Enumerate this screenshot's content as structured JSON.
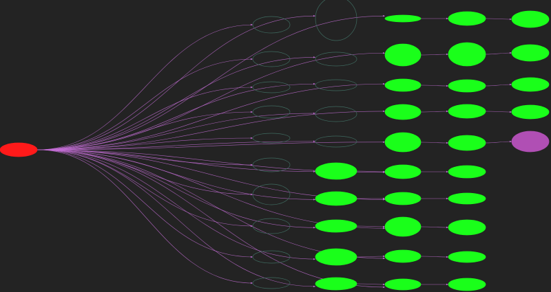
{
  "graph": {
    "colors": {
      "background": "#232323",
      "edge": "#c46fd6",
      "root_fill": "#ff1a1a",
      "bright_fill": "#1aff1a",
      "bright_text": "#2a2a2a",
      "magenta_fill": "#b04fb4",
      "outline_stroke": "#3f6b60",
      "outline_text": "#b8b8b8"
    },
    "root": {
      "id": "root",
      "label": [
        "",
        "",
        ""
      ]
    },
    "columns": [
      {
        "kind": "outline",
        "nodes": [
          {
            "id": "c1n1",
            "label": [
              "",
              "",
              "",
              ""
            ]
          },
          {
            "id": "c1n2",
            "label": [
              "",
              "",
              "",
              ""
            ]
          },
          {
            "id": "c1n3",
            "label": [
              "",
              "",
              ""
            ]
          },
          {
            "id": "c1n4",
            "label": [
              "",
              "",
              ""
            ]
          },
          {
            "id": "c1n5",
            "label": [
              "",
              ""
            ]
          },
          {
            "id": "c1n6",
            "label": [
              "",
              "",
              "",
              ""
            ]
          },
          {
            "id": "c1n7",
            "label": [
              "",
              "",
              "",
              "",
              ""
            ]
          },
          {
            "id": "c1n8",
            "label": [
              "",
              "",
              "",
              ""
            ]
          },
          {
            "id": "c1n9",
            "label": [
              "",
              "",
              ""
            ]
          },
          {
            "id": "c1n10",
            "label": [
              "",
              "",
              ""
            ]
          }
        ]
      },
      {
        "kind": "mixed",
        "nodes": [
          {
            "id": "c2n1",
            "style": "outline",
            "label": [
              "",
              "",
              "",
              "",
              "",
              "",
              "",
              "",
              ""
            ]
          },
          {
            "id": "c2n2",
            "style": "outline",
            "label": [
              "",
              "",
              "",
              ""
            ]
          },
          {
            "id": "c2n3",
            "style": "outline",
            "label": [
              "",
              "",
              ""
            ]
          },
          {
            "id": "c2n4",
            "style": "outline",
            "label": [
              "",
              "",
              ""
            ]
          },
          {
            "id": "c2n5",
            "style": "outline",
            "label": [
              "",
              ""
            ]
          },
          {
            "id": "c2n6",
            "style": "bright",
            "label": [
              "",
              "",
              "",
              ""
            ]
          },
          {
            "id": "c2n7",
            "style": "bright",
            "label": [
              "",
              "",
              ""
            ]
          },
          {
            "id": "c2n8",
            "style": "bright",
            "label": [
              "",
              "",
              ""
            ]
          },
          {
            "id": "c2n9",
            "style": "bright",
            "label": [
              "",
              "",
              "",
              ""
            ]
          },
          {
            "id": "c2n10",
            "style": "bright",
            "label": [
              "",
              "",
              ""
            ]
          }
        ]
      },
      {
        "kind": "bright",
        "nodes": [
          {
            "id": "c3n1",
            "label": [
              ""
            ]
          },
          {
            "id": "c3n2",
            "label": [
              "",
              "",
              "",
              "",
              ""
            ]
          },
          {
            "id": "c3n3",
            "label": [
              "",
              "",
              ""
            ]
          },
          {
            "id": "c3n4",
            "label": [
              "",
              "",
              "",
              ""
            ]
          },
          {
            "id": "c3n5",
            "label": [
              "",
              "",
              "",
              "",
              ""
            ]
          },
          {
            "id": "c3n6",
            "label": [
              "",
              "",
              "",
              ""
            ]
          },
          {
            "id": "c3n7",
            "label": [
              "",
              "",
              ""
            ]
          },
          {
            "id": "c3n8",
            "label": [
              "",
              "",
              "",
              "",
              ""
            ]
          },
          {
            "id": "c3n9",
            "label": [
              "",
              ""
            ]
          },
          {
            "id": "c3n10",
            "label": [
              "",
              "",
              ""
            ]
          }
        ]
      },
      {
        "kind": "bright",
        "nodes": [
          {
            "id": "c4n1",
            "label": [
              "",
              "",
              ""
            ]
          },
          {
            "id": "c4n2",
            "label": [
              "",
              "",
              "",
              "",
              ""
            ]
          },
          {
            "id": "c4n3",
            "label": [
              "",
              "",
              ""
            ]
          },
          {
            "id": "c4n4",
            "label": [
              "",
              "",
              ""
            ]
          },
          {
            "id": "c4n5",
            "label": [
              "",
              "",
              "",
              ""
            ]
          },
          {
            "id": "c4n6",
            "label": [
              "",
              "",
              ""
            ]
          },
          {
            "id": "c4n7",
            "label": [
              "",
              "",
              ""
            ]
          },
          {
            "id": "c4n8",
            "label": [
              "",
              "",
              "",
              ""
            ]
          },
          {
            "id": "c4n9",
            "label": [
              "",
              ""
            ]
          },
          {
            "id": "c4n10",
            "label": [
              "",
              "",
              ""
            ]
          }
        ]
      },
      {
        "kind": "bright",
        "nodes": [
          {
            "id": "c5n1",
            "label": [
              "",
              "",
              "",
              ""
            ]
          },
          {
            "id": "c5n2",
            "label": [
              "",
              "",
              "",
              ""
            ]
          },
          {
            "id": "c5n3",
            "label": [
              "",
              "",
              ""
            ]
          },
          {
            "id": "c5n4",
            "label": [
              "",
              "",
              "",
              ""
            ]
          },
          {
            "id": "c5n5",
            "style": "magenta",
            "label": [
              "",
              "",
              "",
              "",
              ""
            ]
          }
        ]
      }
    ],
    "chains": [
      [
        "c3n1",
        "c4n1",
        "c5n1"
      ],
      [
        "c3n2",
        "c4n2",
        "c5n2"
      ],
      [
        "c3n3",
        "c4n3",
        "c5n3"
      ],
      [
        "c3n4",
        "c4n4",
        "c5n4"
      ],
      [
        "c3n5",
        "c4n5",
        "c5n5"
      ],
      [
        "c2n6",
        "c3n6",
        "c4n6"
      ],
      [
        "c2n7",
        "c3n7",
        "c4n7"
      ],
      [
        "c2n8",
        "c3n8",
        "c4n8"
      ],
      [
        "c2n9",
        "c3n9",
        "c4n9"
      ],
      [
        "c2n10",
        "c3n10",
        "c4n10"
      ]
    ]
  }
}
